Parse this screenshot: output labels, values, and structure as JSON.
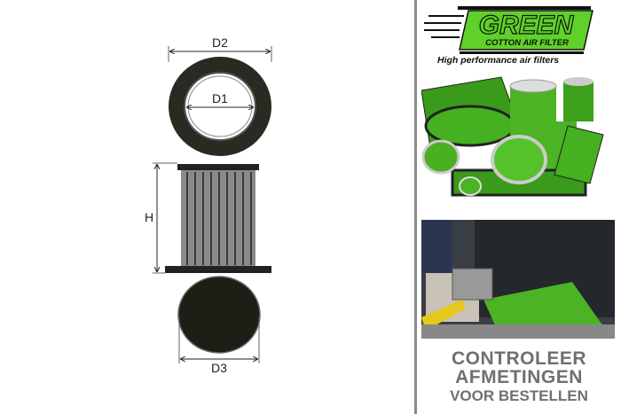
{
  "diagram": {
    "labels": {
      "d1": "D1",
      "d2": "D2",
      "d3": "D3",
      "h": "H"
    }
  },
  "brand": {
    "name": "GREEN",
    "subtitle": "COTTON AIR FILTER",
    "tagline": "High performance air filters",
    "green": "#5fd12a"
  },
  "cta": {
    "line1": "CONTROLEER",
    "line2": "AFMETINGEN",
    "line3": "VOOR BESTELLEN",
    "color": "#707070"
  }
}
